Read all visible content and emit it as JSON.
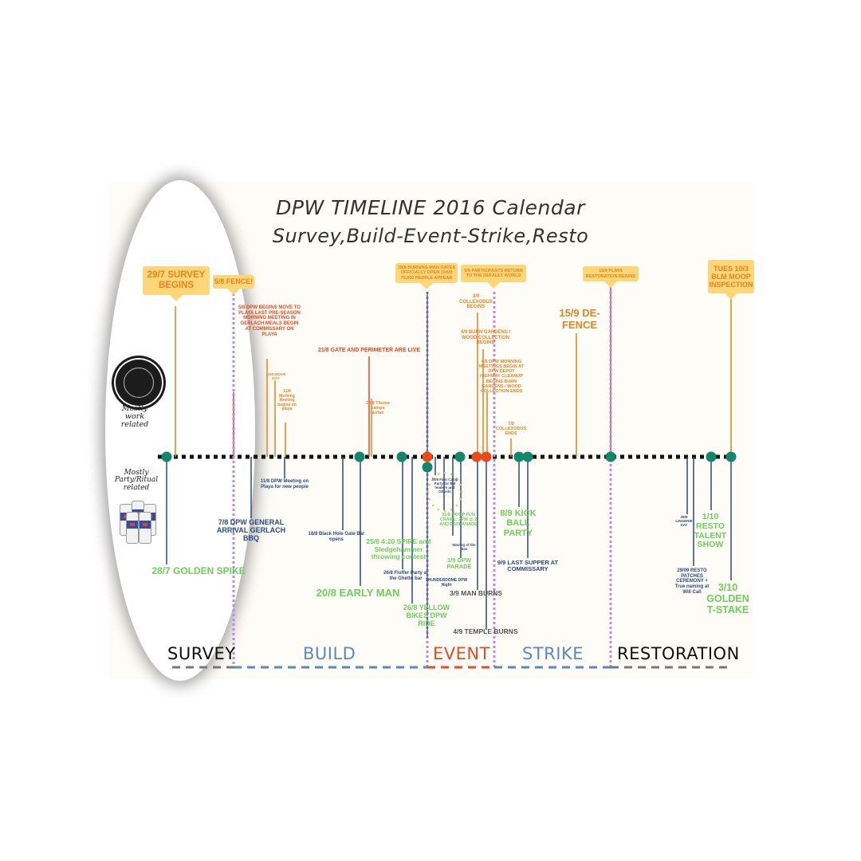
{
  "title": "DPW TIMELINE 2016 Calendar",
  "subtitle": "Survey,Build-Event-Strike,Resto",
  "side_labels": {
    "work": "Mostly work related",
    "party": "Mostly Party/Ritual related"
  },
  "phases": [
    {
      "label": "SURVEY",
      "color": "#111111"
    },
    {
      "label": "BUILD",
      "color": "#5b87c9"
    },
    {
      "label": "EVENT",
      "color": "#ea4b25"
    },
    {
      "label": "STRIKE",
      "color": "#5b87c9"
    },
    {
      "label": "RESTORATION",
      "color": "#111111"
    }
  ],
  "callouts": [
    {
      "id": "survey-begins",
      "text": "29/7 SURVEY BEGINS"
    },
    {
      "id": "fence",
      "text": "5/8 FENCE!"
    },
    {
      "id": "gates-open",
      "text": "28/8 BURNING MAN GATES OFFICIALLY OPEN 10AM 70,000 PEOPLE APPEAR"
    },
    {
      "id": "participants-return",
      "text": "5/9 PARTICIPANTS RETURN TO THE DEFAULT WORLD"
    },
    {
      "id": "playa-restoration",
      "text": "19/9 PLAYA RESTORATION BEGINS"
    },
    {
      "id": "blm-inspection",
      "text": "TUES 10/3 BLM MOOP INSPECTION"
    }
  ],
  "work_events": [
    {
      "id": "dpw-begins-move",
      "text": "5/8 DPW BEGINS MOVE TO PLAYA LAST PRE-SEASON MORNING MEETING IN GERLACH MEALS BEGIN AT COMMISSARY ON PLAYA"
    },
    {
      "id": "move-day",
      "text": "10/8 MOVE DAY"
    },
    {
      "id": "morning-meeting",
      "text": "11/8 Morning Meeting begins on playa"
    },
    {
      "id": "gate-perimeter",
      "text": "21/8 GATE AND PERIMETER ARE LIVE"
    },
    {
      "id": "theme-camps",
      "text": "22/8 Theme camps arrive"
    },
    {
      "id": "collexodus-begins",
      "text": "3/9 COLLEXODUS BEGINS"
    },
    {
      "id": "burn-gardens",
      "text": "4/9 BURN GARDENS / WOOD COLLECTION BEGINS"
    },
    {
      "id": "dpw-morning-meetings",
      "text": "6/9 DPW MORNING MEETINGS BEGIN AT DPW DEPOT HIGHWAY CLEANUP BEGINS BURN GARDENS / WOOD COLLECTION ENDS"
    },
    {
      "id": "collexodus-ends",
      "text": "7/9 COLLEXODUS ENDS"
    },
    {
      "id": "de-fence",
      "text": "15/9 DE-FENCE"
    }
  ],
  "party_events": [
    {
      "id": "golden-spike",
      "text": "28/7 GOLDEN SPIKE"
    },
    {
      "id": "dpw-general-arrival",
      "text": "7/8 DPW GENERAL ARRIVAL GERLACH BBQ"
    },
    {
      "id": "dpw-meeting-new",
      "text": "11/8 DPW Meeting on Playa for new people"
    },
    {
      "id": "black-hole-gate",
      "text": "18/8 Black Hole Gate Bar opens"
    },
    {
      "id": "early-man",
      "text": "20/8 EARLY MAN"
    },
    {
      "id": "spire",
      "text": "25/8 4:20 SPIRE and Sledgehammer throwing contest"
    },
    {
      "id": "fluffer-party",
      "text": "26/8 Fluffer Party at the Ghetto bar"
    },
    {
      "id": "yellow-bikes",
      "text": "26/8 YELLOW BIKES DPW RIDE"
    },
    {
      "id": "first-camp-party",
      "text": "30/8 First Camp Party for BM leaders and Ghosts"
    },
    {
      "id": "thunderdome",
      "text": "THUNDERDOME DPW Night"
    },
    {
      "id": "moop-fun-crawl",
      "text": "31/8 MOOP FUN CRAWL: 2PM @ 2 AND ESPLANADE"
    },
    {
      "id": "waving-man",
      "text": "Waving of the Man"
    },
    {
      "id": "dpw-parade",
      "text": "1/9 DPW PARADE"
    },
    {
      "id": "man-burns",
      "text": "3/9 MAN BURNS"
    },
    {
      "id": "temple-burns",
      "text": "4/9 TEMPLE BURNS"
    },
    {
      "id": "kick-ball",
      "text": "8/9 KICK BALL PARTY"
    },
    {
      "id": "last-supper",
      "text": "9/9 LAST SUPPER AT COMMISSARY"
    },
    {
      "id": "lingerie-day",
      "text": "28/9 LINGERIE DAY"
    },
    {
      "id": "resto-patches",
      "text": "29/09 RESTO PATCHES CEREMONY + True naming at Will Call"
    },
    {
      "id": "resto-talent",
      "text": "1/10 RESTO TALENT SHOW"
    },
    {
      "id": "golden-tstake",
      "text": "3/10 GOLDEN T-STAKE"
    }
  ],
  "colors": {
    "work": "#e8821e",
    "work_red": "#e34a1c",
    "party_green": "#6fce59",
    "party_blue": "#2b4a7e",
    "node_teal": "#14876b",
    "node_red": "#e84a1c",
    "phase_divider": "#b98be6",
    "callout_bg": "#fdd677"
  }
}
